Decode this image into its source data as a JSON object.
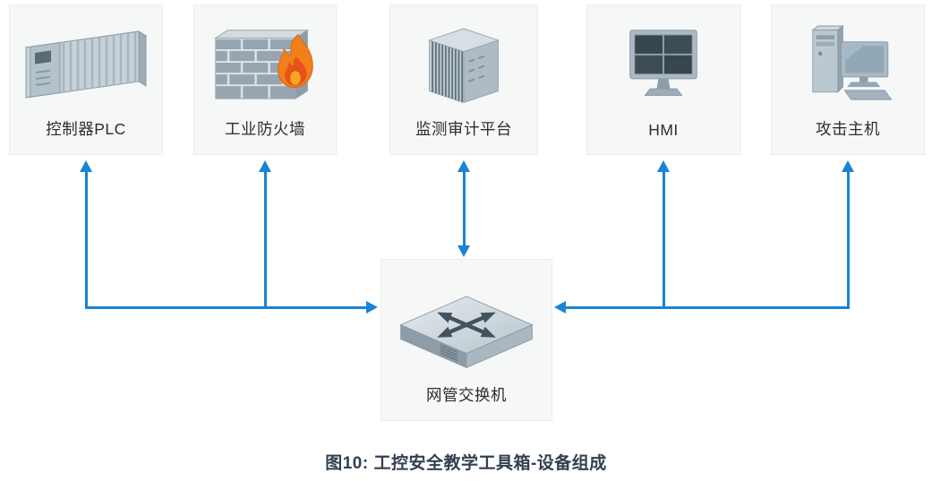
{
  "colors": {
    "arrow": "#1b83d3",
    "box-bg": "#f6f7f7",
    "caption": "#333f50",
    "flame": "#f08019"
  },
  "diagram": {
    "caption": "图10: 工控安全教学工具箱-设备组成",
    "devices": [
      {
        "label": "控制器PLC",
        "icon": "plc-icon"
      },
      {
        "label": "工业防火墙",
        "icon": "firewall-icon"
      },
      {
        "label": "监测审计平台",
        "icon": "audit-server-icon"
      },
      {
        "label": "HMI",
        "icon": "hmi-monitor-icon"
      },
      {
        "label": "攻击主机",
        "icon": "attack-host-icon"
      }
    ],
    "switch": {
      "label": "网管交换机",
      "icon": "network-switch-icon"
    }
  }
}
